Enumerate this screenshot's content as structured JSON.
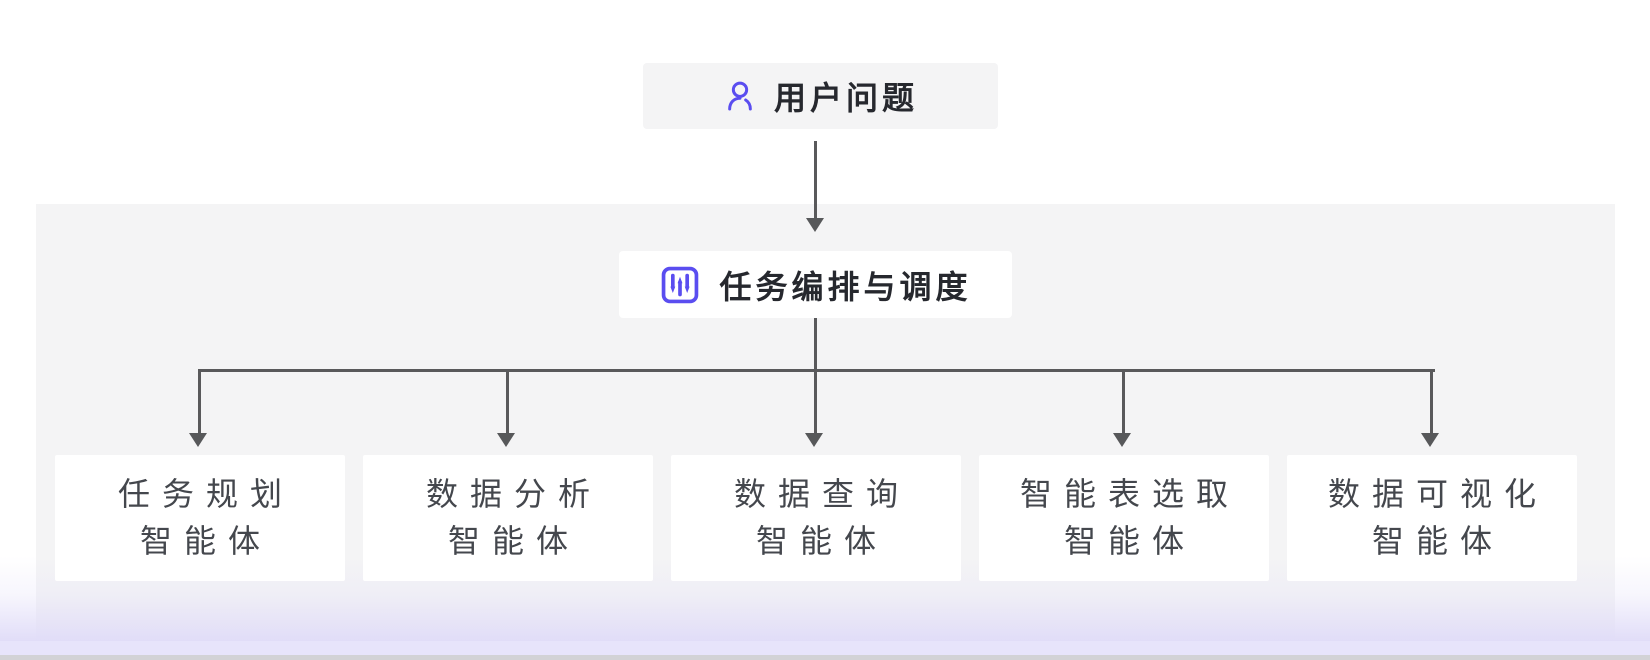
{
  "diagram": {
    "root_node": {
      "label": "用户问题",
      "icon": "user-icon"
    },
    "orchestrator_node": {
      "label": "任务编排与调度",
      "icon": "sliders-icon"
    },
    "agents": [
      {
        "line1": "任务规划",
        "line2": "智能体"
      },
      {
        "line1": "数据分析",
        "line2": "智能体"
      },
      {
        "line1": "数据查询",
        "line2": "智能体"
      },
      {
        "line1": "智能表选取",
        "line2": "智能体"
      },
      {
        "line1": "数据可视化",
        "line2": "智能体"
      }
    ],
    "colors": {
      "accent_purple": "#5a4df0",
      "connector_line": "#59595b",
      "panel_gray": "#f4f4f5",
      "node_white": "#ffffff",
      "title_text": "#26282e",
      "agent_text": "#44474d",
      "bottom_lavender": "#e7e4fb",
      "bottom_strip": "#d2d2d6"
    }
  }
}
